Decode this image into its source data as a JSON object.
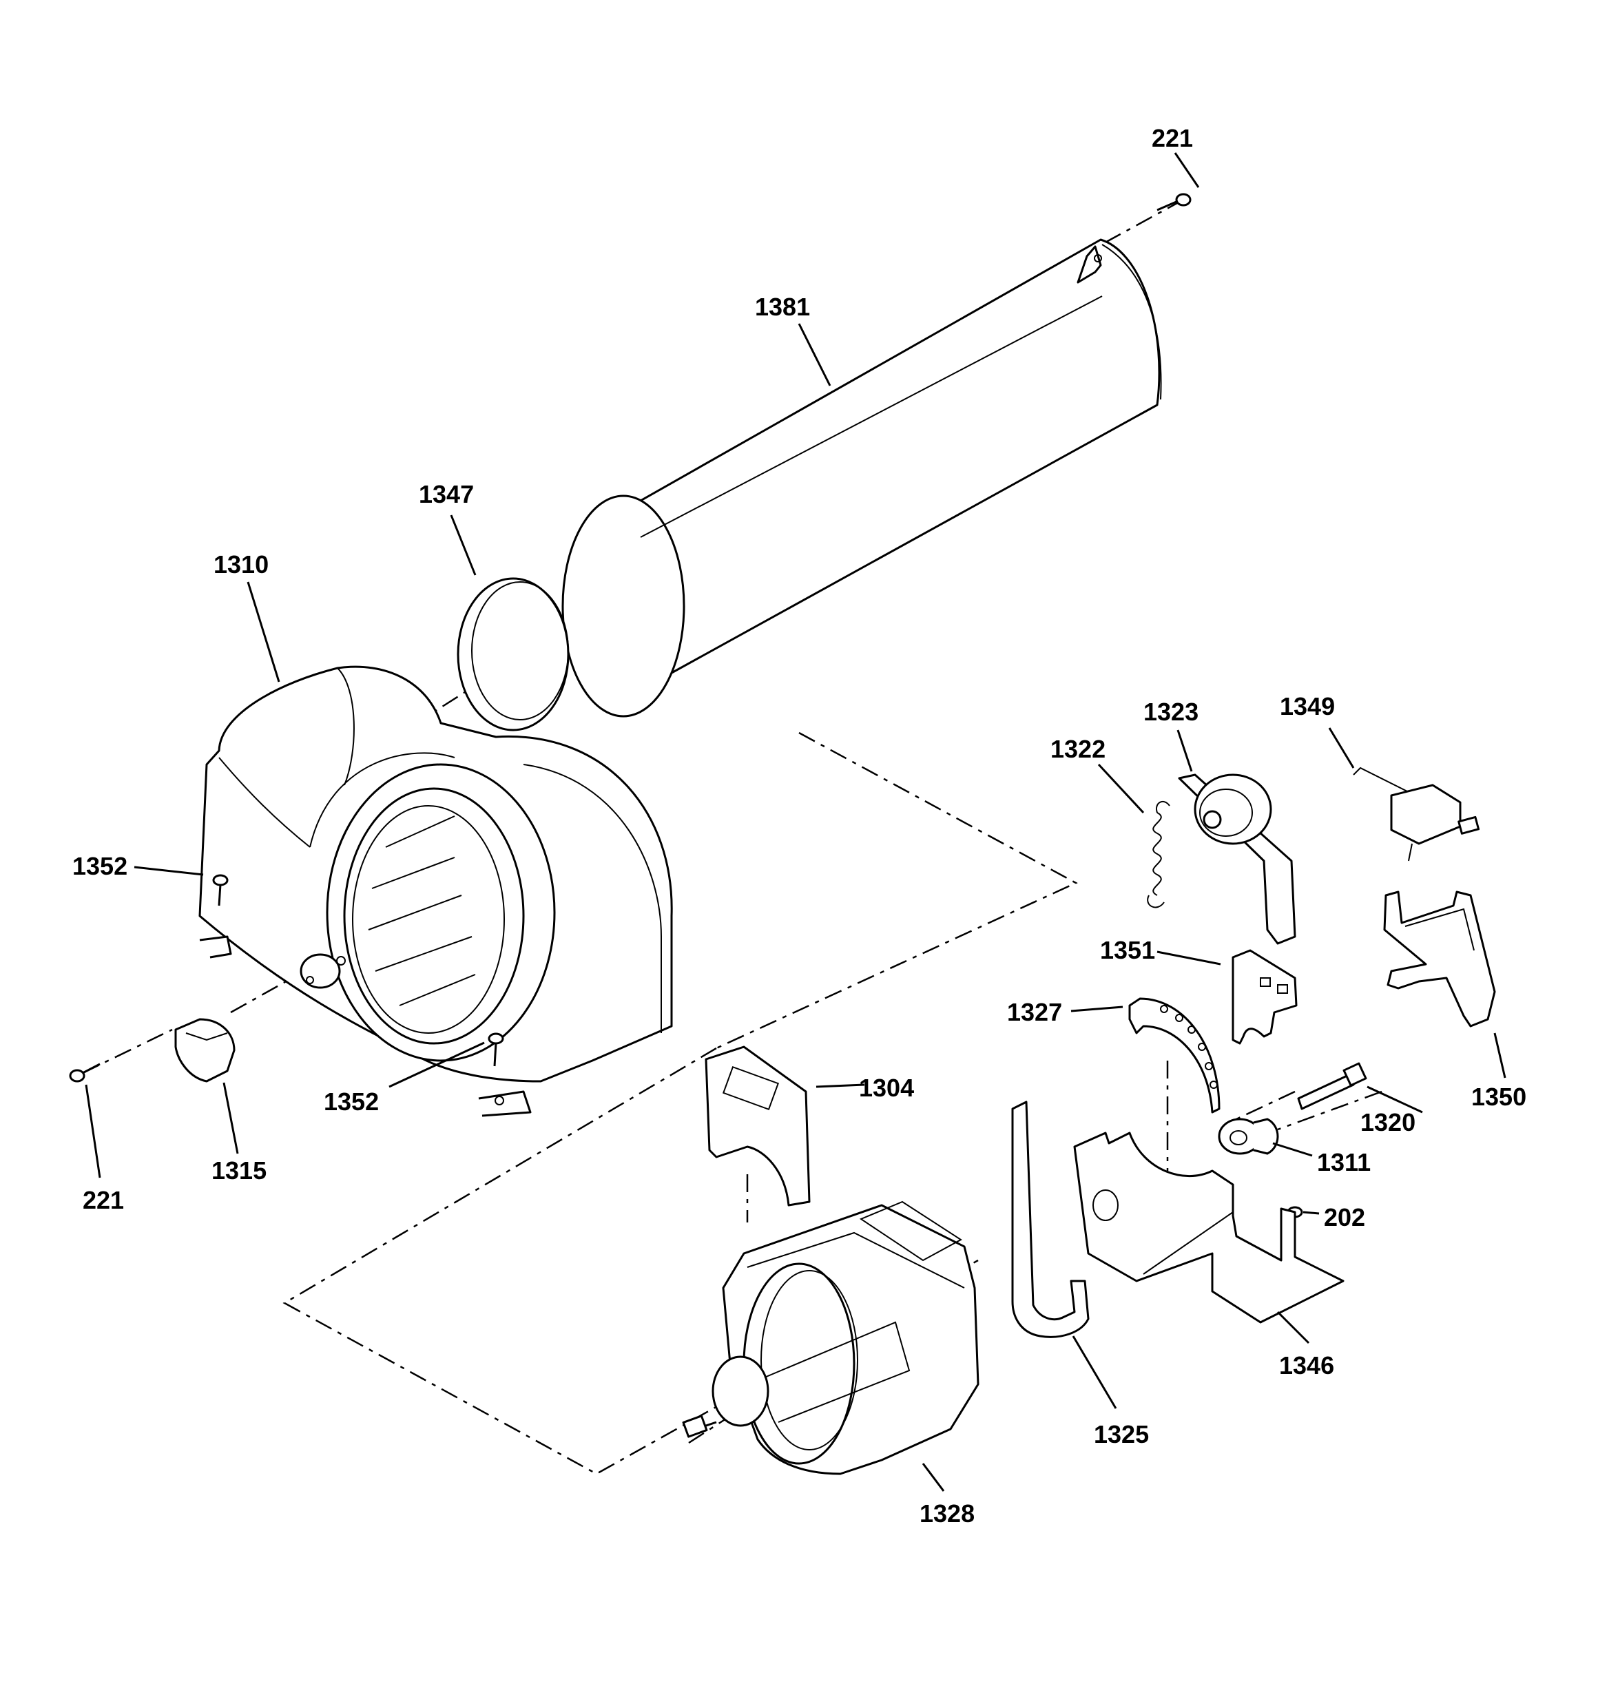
{
  "diagram": {
    "labels": {
      "p221a": "221",
      "p1381": "1381",
      "p1347": "1347",
      "p1310": "1310",
      "p1323": "1323",
      "p1349": "1349",
      "p1322": "1322",
      "p1352a": "1352",
      "p1351": "1351",
      "p1327": "1327",
      "p1352b": "1352",
      "p1304": "1304",
      "p1320": "1320",
      "p1350": "1350",
      "p1315": "1315",
      "p1311": "1311",
      "p221b": "221",
      "p202": "202",
      "p1346": "1346",
      "p1325": "1325",
      "p1328": "1328"
    }
  }
}
